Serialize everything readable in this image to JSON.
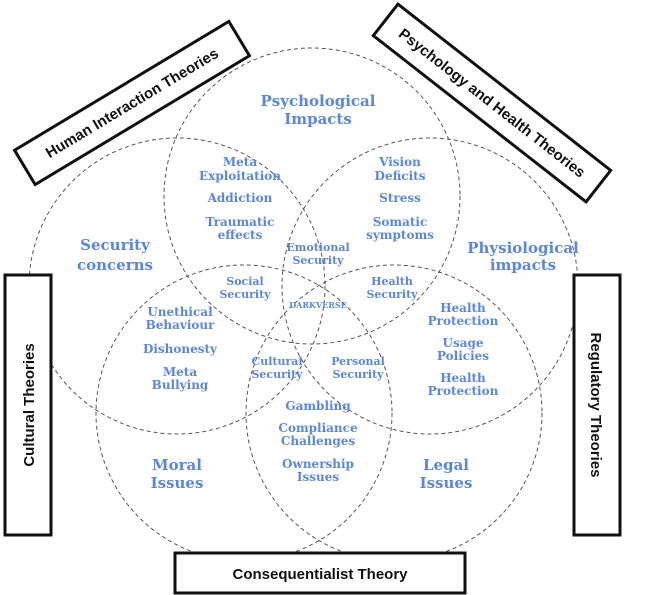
{
  "theories": {
    "human_interaction": "Human Interaction Theories",
    "psychology_health": "Psychology and Health Theories",
    "cultural": "Cultural Theories",
    "regulatory": "Regulatory Theories",
    "consequentialist": "Consequentialist Theory"
  },
  "domains": {
    "psychological": [
      "Psychological",
      "Impacts"
    ],
    "security": [
      "Security",
      "concerns"
    ],
    "physiological": [
      "Physiological",
      "impacts"
    ],
    "moral": [
      "Moral",
      "Issues"
    ],
    "legal": [
      "Legal",
      "Issues"
    ]
  },
  "items": {
    "meta_exploitation": [
      "Meta",
      "Exploitation"
    ],
    "addiction": [
      "Addiction"
    ],
    "traumatic_effects": [
      "Traumatic",
      "effects"
    ],
    "vision_deficits": [
      "Vision",
      "Deficits"
    ],
    "stress": [
      "Stress"
    ],
    "somatic_symptoms": [
      "Somatic",
      "symptoms"
    ],
    "emotional_security": [
      "Emotional",
      "Security"
    ],
    "social_security": [
      "Social",
      "Security"
    ],
    "health_security": [
      "Health",
      "Security"
    ],
    "darkverse": [
      "DARKVERSE"
    ],
    "unethical_behaviour": [
      "Unethical",
      "Behaviour"
    ],
    "dishonesty": [
      "Dishonesty"
    ],
    "meta_bullying": [
      "Meta",
      "Bullying"
    ],
    "health_protection_1": [
      "Health",
      "Protection"
    ],
    "usage_policies": [
      "Usage",
      "Policies"
    ],
    "health_protection_2": [
      "Health",
      "Protection"
    ],
    "cultural_security": [
      "Cultural",
      "Security"
    ],
    "personal_security": [
      "Personal",
      "Security"
    ],
    "gambling": [
      "Gambling"
    ],
    "compliance_challenges": [
      "Compliance",
      "Challenges"
    ],
    "ownership_issues": [
      "Ownership",
      "Issues"
    ]
  },
  "colors": {
    "label": "#5b86e0",
    "outline": "#555555",
    "box": "#111111"
  }
}
